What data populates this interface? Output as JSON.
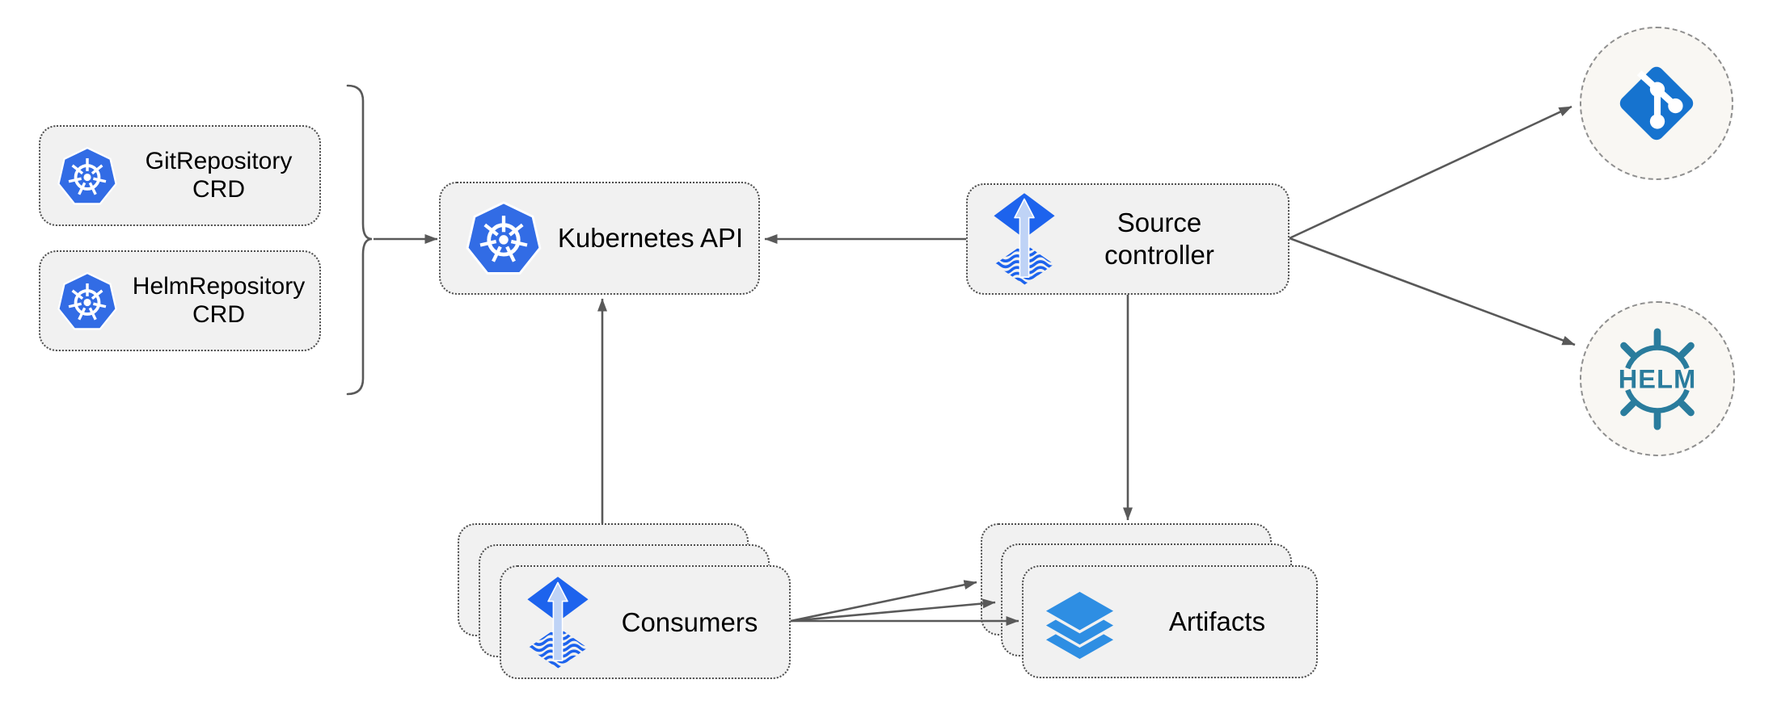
{
  "nodes": {
    "git_repository_crd": {
      "label": "GitRepository CRD",
      "icon": "kubernetes-icon"
    },
    "helm_repository_crd": {
      "label": "HelmRepository CRD",
      "icon": "kubernetes-icon"
    },
    "kubernetes_api": {
      "label": "Kubernetes API",
      "icon": "kubernetes-icon"
    },
    "source_controller": {
      "label": "Source controller",
      "icon": "flux-icon"
    },
    "consumers": {
      "label": "Consumers",
      "icon": "flux-icon",
      "stacked_count": 3
    },
    "artifacts": {
      "label": "Artifacts",
      "icon": "layers-icon",
      "stacked_count": 3
    },
    "git_source": {
      "icon": "git-icon"
    },
    "helm_source": {
      "icon": "helm-icon",
      "logo_text": "HELM"
    }
  },
  "edges": [
    {
      "from": "crd-group-brace",
      "to": "kubernetes_api"
    },
    {
      "from": "source_controller",
      "to": "kubernetes_api"
    },
    {
      "from": "source_controller",
      "to": "git_source"
    },
    {
      "from": "source_controller",
      "to": "helm_source"
    },
    {
      "from": "source_controller",
      "to": "artifacts"
    },
    {
      "from": "consumers",
      "to": "kubernetes_api"
    },
    {
      "from": "consumers",
      "to": "artifacts",
      "fan": 3
    }
  ],
  "colors": {
    "kubernetes_blue": "#326CE5",
    "flux_blue": "#1D63ED",
    "flux_arrow_light": "#BFD3F6",
    "git_blue": "#1673CF",
    "helm_teal": "#2A7C9D",
    "layers_blue": "#2E8EE3",
    "box_fill": "#F1F1F1",
    "box_border": "#4D4D4D",
    "circle_fill": "#F9F7F3",
    "circle_border": "#8F8F8F",
    "arrow_gray": "#595959",
    "label_text": "#000000"
  }
}
